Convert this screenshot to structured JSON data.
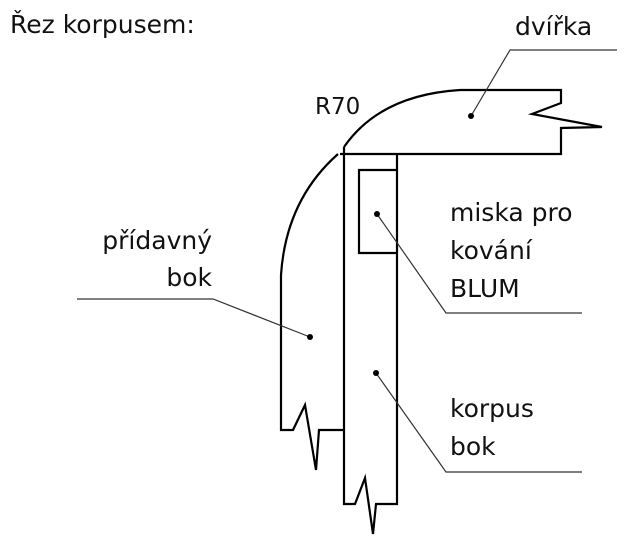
{
  "title": "Řez korpusem:",
  "radius_label": "R70",
  "labels": {
    "door": "dvířka",
    "hinge_cup": [
      "miska pro",
      "kování",
      "BLUM"
    ],
    "extra_side": [
      "přídavný",
      "bok"
    ],
    "carcass_side": [
      "korpus",
      "bok"
    ]
  },
  "colors": {
    "stroke": "#000000",
    "leader": "#333333",
    "background": "#ffffff"
  }
}
